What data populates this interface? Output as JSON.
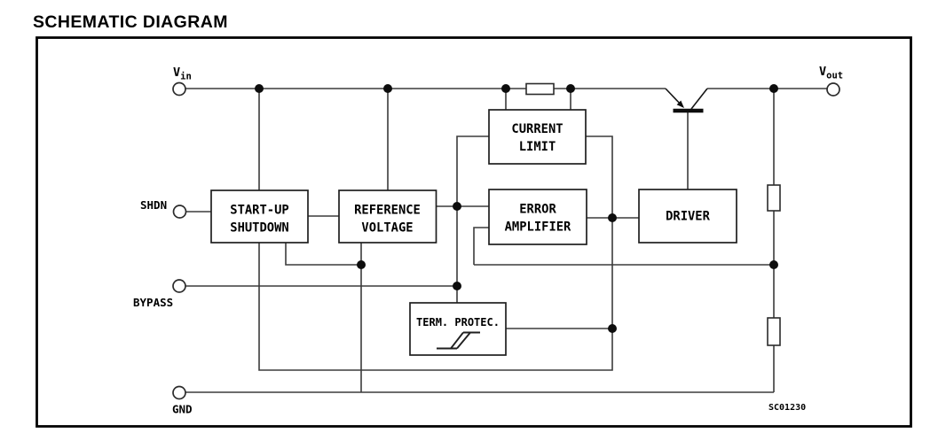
{
  "title": "SCHEMATIC DIAGRAM",
  "figure_code": "SC01230",
  "terminals": {
    "vin": {
      "base": "V",
      "subscript": "in"
    },
    "vout": {
      "base": "V",
      "subscript": "out"
    },
    "shdn": {
      "label": "SHDN"
    },
    "bypass": {
      "label": "BYPASS"
    },
    "gnd": {
      "label": "GND"
    }
  },
  "blocks": {
    "startup_shutdown": {
      "line1": "START-UP",
      "line2": "SHUTDOWN"
    },
    "reference_voltage": {
      "line1": "REFERENCE",
      "line2": "VOLTAGE"
    },
    "current_limit": {
      "line1": "CURRENT",
      "line2": "LIMIT"
    },
    "error_amplifier": {
      "line1": "ERROR",
      "line2": "AMPLIFIER"
    },
    "driver": {
      "line1": "DRIVER"
    },
    "thermal_protection": {
      "line1": "TERM. PROTEC."
    }
  },
  "components": {
    "pass_transistor": "pnp-transistor",
    "sense_resistor": "resistor",
    "divider_resistor_top": "resistor",
    "divider_resistor_bottom": "resistor"
  },
  "colors": {
    "background": "#ffffff",
    "ink": "#000000",
    "wire": "#3b3b3b"
  }
}
